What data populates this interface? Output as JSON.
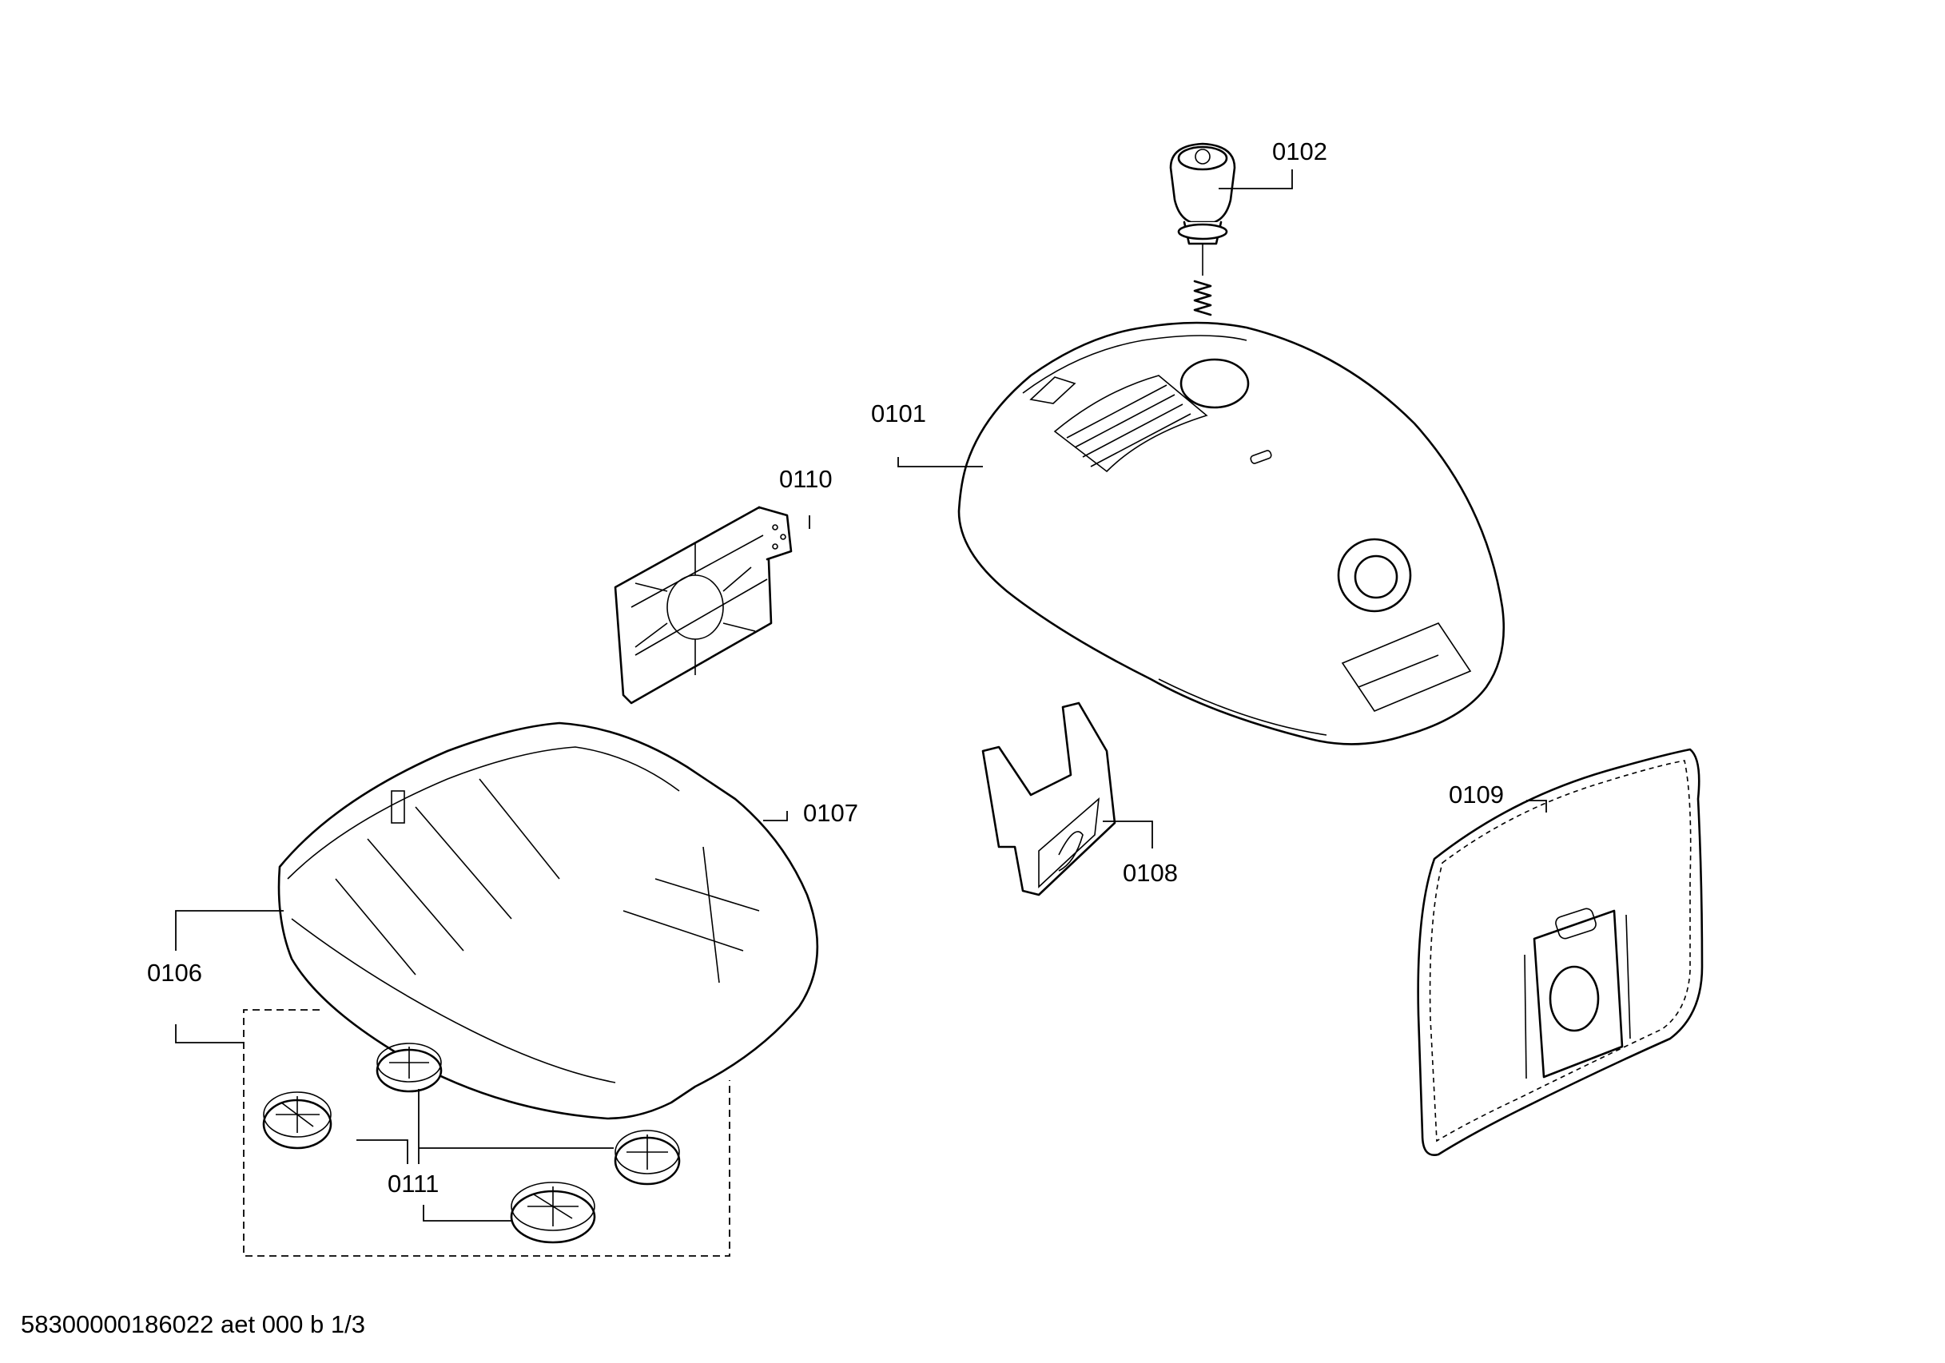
{
  "callouts": {
    "p0101": "0101",
    "p0102": "0102",
    "p0106": "0106",
    "p0107": "0107",
    "p0108": "0108",
    "p0109": "0109",
    "p0110": "0110",
    "p0111": "0111"
  },
  "footer": "58300000186022 aet 000 b 1/3"
}
